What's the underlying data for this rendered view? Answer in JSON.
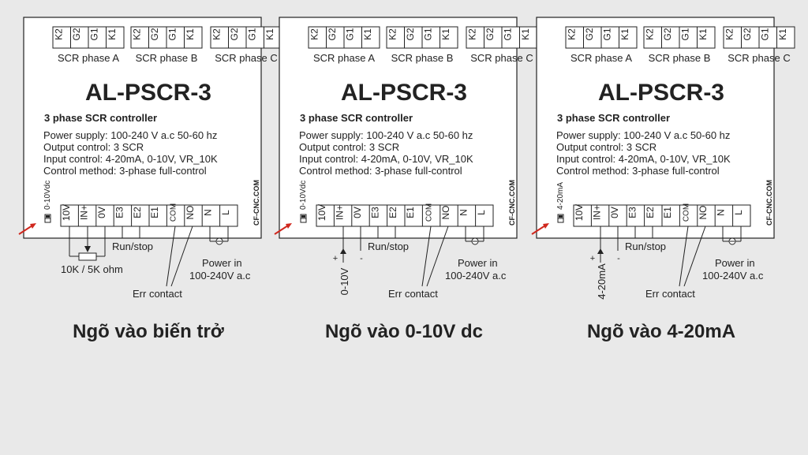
{
  "colors": {
    "background": "#e9e9e9",
    "panel": "#ffffff",
    "line": "#222222",
    "arrow": "#d0281e"
  },
  "phase_terminals": [
    "K2",
    "G2",
    "G1",
    "K1"
  ],
  "phase_labels": [
    "SCR phase A",
    "SCR phase B",
    "SCR phase C"
  ],
  "model": "AL-PSCR-3",
  "subtitle": "3 phase SCR controller",
  "specs": [
    "Power supply: 100-240 V a.c 50-60 hz",
    "Output control: 3 SCR",
    "Input control: 4-20mA, 0-10V, VR_10K",
    "Control method: 3-phase full-control"
  ],
  "bottom_terminals": [
    "10V",
    "IN+",
    "0V",
    "E3",
    "E2",
    "E1",
    "COM",
    "NO",
    "N",
    "L"
  ],
  "brand": "CF-CNC.COM",
  "label_run_stop": "Run/stop",
  "label_err_contact": "Err contact",
  "label_power_in": "Power in",
  "label_power_voltage": "100-240V a.c",
  "panels": [
    {
      "jumper_label": "0-10Vdc",
      "input_type": "pot",
      "pot_label": "10K / 5K ohm",
      "caption": "Ngõ vào biến trở"
    },
    {
      "jumper_label": "0-10Vdc",
      "input_type": "voltage",
      "source_label": "0-10V",
      "plus": "+",
      "minus": "-",
      "caption": "Ngõ vào 0-10V dc"
    },
    {
      "jumper_label": "4-20mA",
      "input_type": "current",
      "source_label": "4-20mA",
      "plus": "+",
      "minus": "-",
      "caption": "Ngõ vào 4-20mA"
    }
  ]
}
